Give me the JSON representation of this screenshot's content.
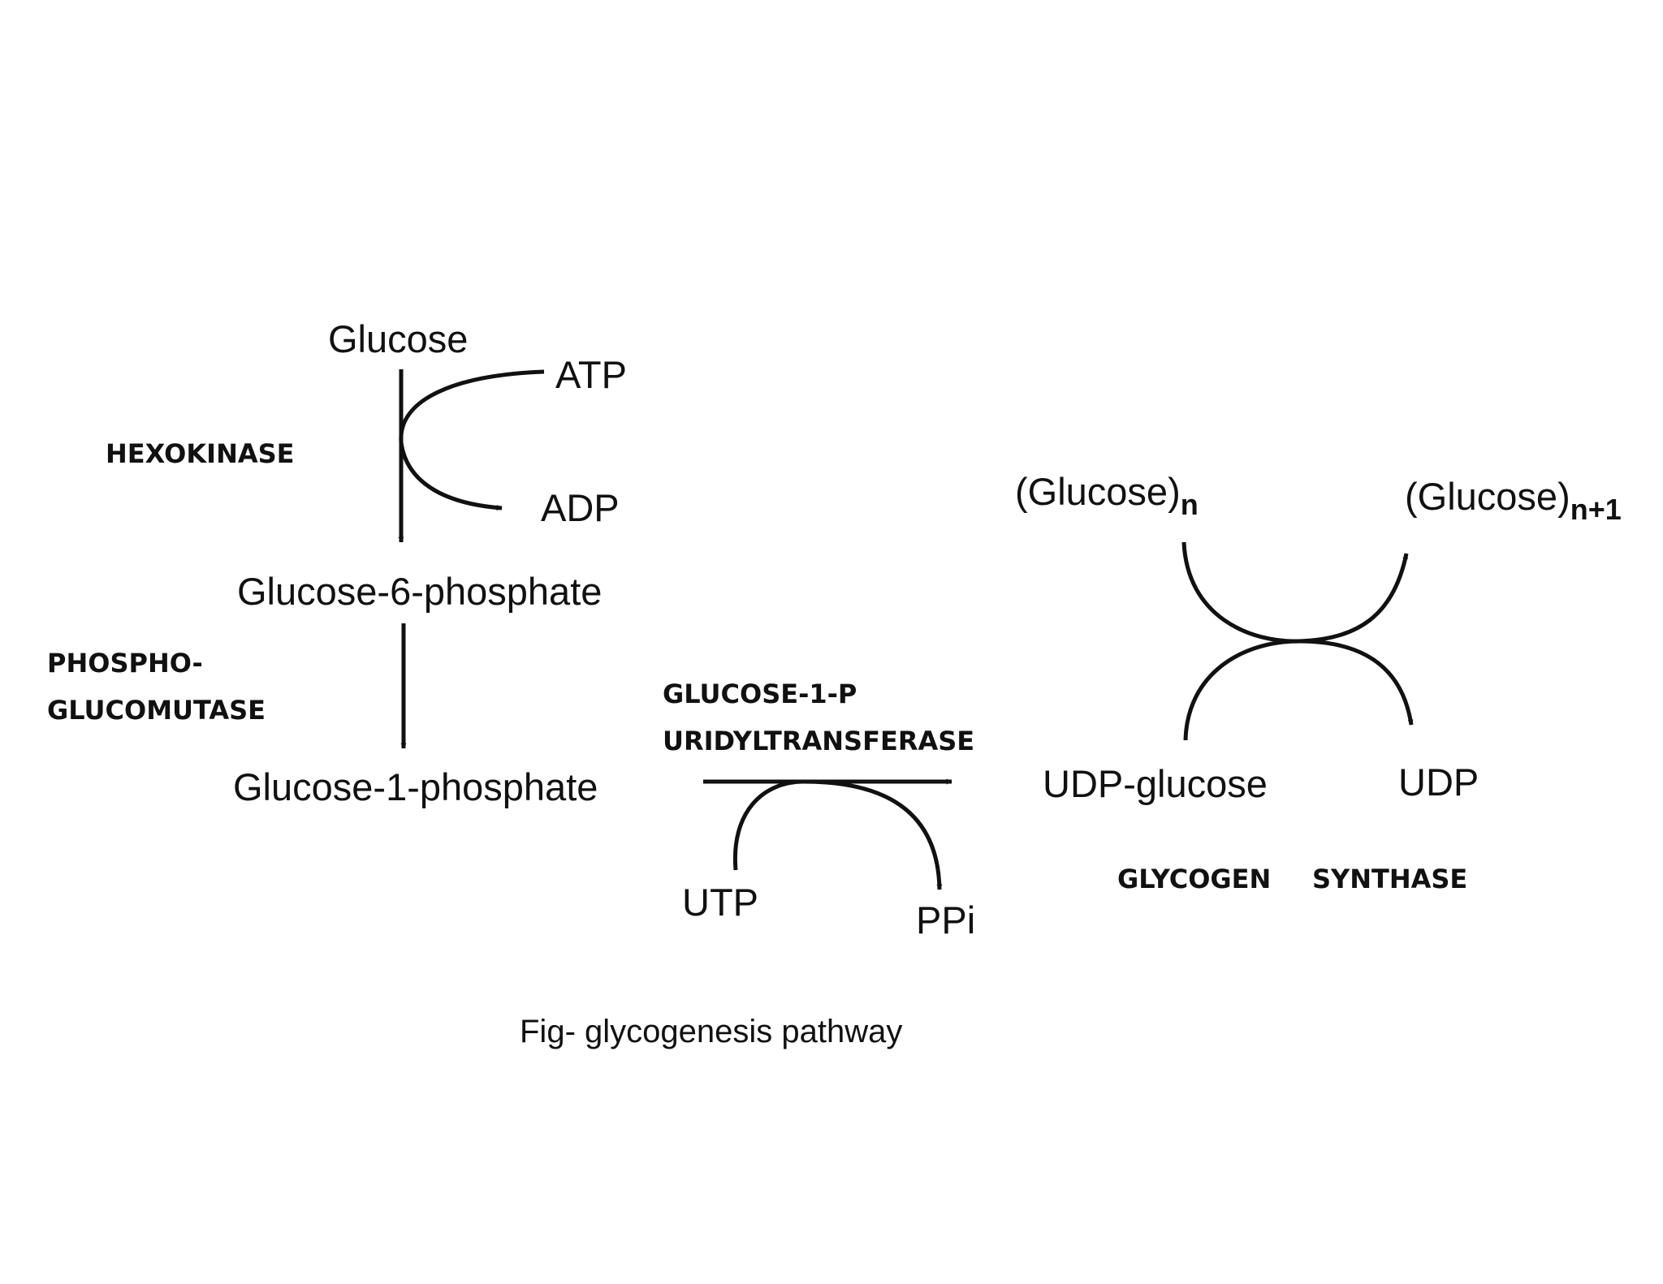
{
  "metabolites": {
    "glucose": "Glucose",
    "atp": "ATP",
    "adp": "ADP",
    "glucose_6_phosphate": "Glucose-6-phosphate",
    "glucose_1_phosphate": "Glucose-1-phosphate",
    "utp": "UTP",
    "ppi": "PPi",
    "glucose_n": "(Glucose)",
    "glucose_n_subscript": "n",
    "glucose_n1": "(Glucose)",
    "glucose_n1_subscript": "n+1",
    "udp_glucose": "UDP-glucose",
    "udp": "UDP"
  },
  "enzymes": {
    "hexokinase": "HEXOKINASE",
    "phosphoglucomutase_line1": "PHOSPHO-",
    "phosphoglucomutase_line2": "GLUCOMUTASE",
    "uridyltransferase_line1": "GLUCOSE-1-P",
    "uridyltransferase_line2": "URIDYLTRANSFERASE",
    "glycogen_synthase_word1": "GLYCOGEN",
    "glycogen_synthase_word2": "SYNTHASE"
  },
  "caption": "Fig- glycogenesis pathway"
}
